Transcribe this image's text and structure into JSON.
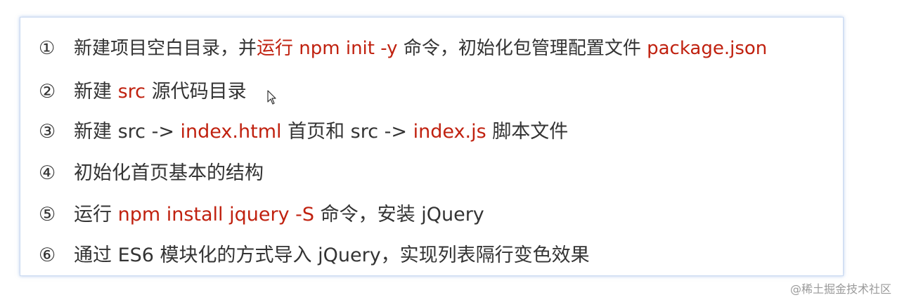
{
  "steps": [
    {
      "num": "①",
      "parts": [
        "新建项目空白目录，并",
        "运行 npm init -y",
        " 命令，初始化包管理配置文件 ",
        "package.json"
      ]
    },
    {
      "num": "②",
      "parts": [
        "新建 ",
        "src",
        " 源代码目录"
      ]
    },
    {
      "num": "③",
      "parts": [
        "新建 src -> ",
        "index.html",
        " 首页和 src -> ",
        "index.js",
        " 脚本文件"
      ]
    },
    {
      "num": "④",
      "parts": [
        "初始化首页基本的结构"
      ]
    },
    {
      "num": "⑤",
      "parts": [
        "运行 ",
        "npm install jquery -S",
        " 命令，安装 jQuery"
      ]
    },
    {
      "num": "⑥",
      "parts": [
        "通过 ES6 模块化的方式导入 jQuery，实现列表隔行变色效果"
      ]
    }
  ],
  "watermark": "@稀土掘金技术社区",
  "colors": {
    "text": "#333333",
    "highlight": "#c0210f",
    "card_border": "#c9d9f1"
  }
}
